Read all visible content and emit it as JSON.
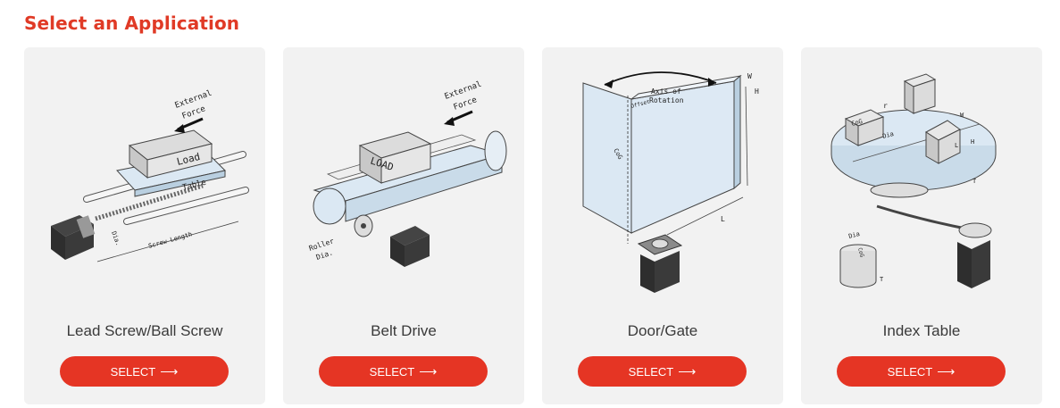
{
  "page": {
    "title": "Select an Application"
  },
  "colors": {
    "accent": "#e53524",
    "title": "#e03a26",
    "card_bg": "#f2f2f2"
  },
  "cards": [
    {
      "label": "Lead Screw/Ball Screw",
      "button": "SELECT",
      "illustration": {
        "icon": "lead-screw-illustration",
        "texts": [
          "External",
          "Force",
          "Load",
          "Table",
          "Dia.",
          "Screw Length"
        ]
      }
    },
    {
      "label": "Belt Drive",
      "button": "SELECT",
      "illustration": {
        "icon": "belt-drive-illustration",
        "texts": [
          "External",
          "Force",
          "LOAD",
          "Roller",
          "Dia."
        ]
      }
    },
    {
      "label": "Door/Gate",
      "button": "SELECT",
      "illustration": {
        "icon": "door-gate-illustration",
        "texts": [
          "Axis of",
          "Rotation",
          "Offset",
          "CoG",
          "W",
          "H",
          "L"
        ]
      }
    },
    {
      "label": "Index Table",
      "button": "SELECT",
      "illustration": {
        "icon": "index-table-illustration",
        "texts": [
          "CoG",
          "r",
          "Dia",
          "W",
          "L",
          "H",
          "T",
          "Dia",
          "CoG",
          "T"
        ]
      }
    }
  ]
}
